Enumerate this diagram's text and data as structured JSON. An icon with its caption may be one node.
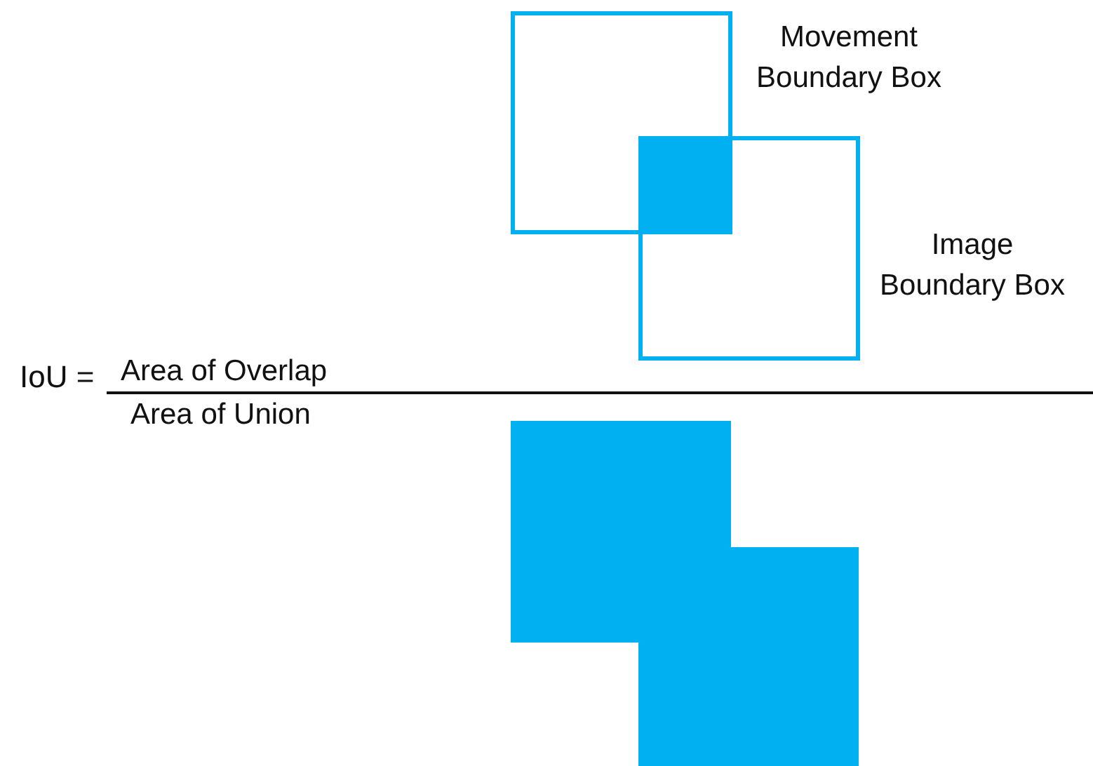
{
  "diagram": {
    "nodes": [
      {
        "text": [
          "Movement Boundary Box"
        ]
      },
      {
        "text": [
          "Image Boundary Box"
        ]
      }
    ],
    "edges": [],
    "labels": [
      "IoU =",
      "Area of Overlap",
      "Area of Union"
    ]
  }
}
